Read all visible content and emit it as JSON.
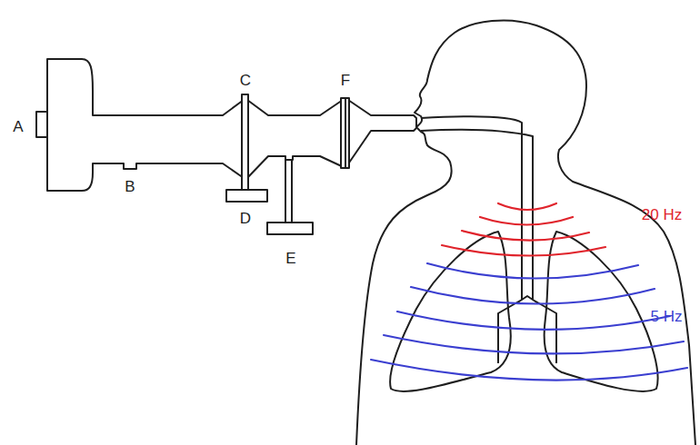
{
  "diagram": {
    "labels": [
      "A",
      "B",
      "C",
      "D",
      "E",
      "F",
      "20 Hz",
      "5 Hz"
    ]
  }
}
